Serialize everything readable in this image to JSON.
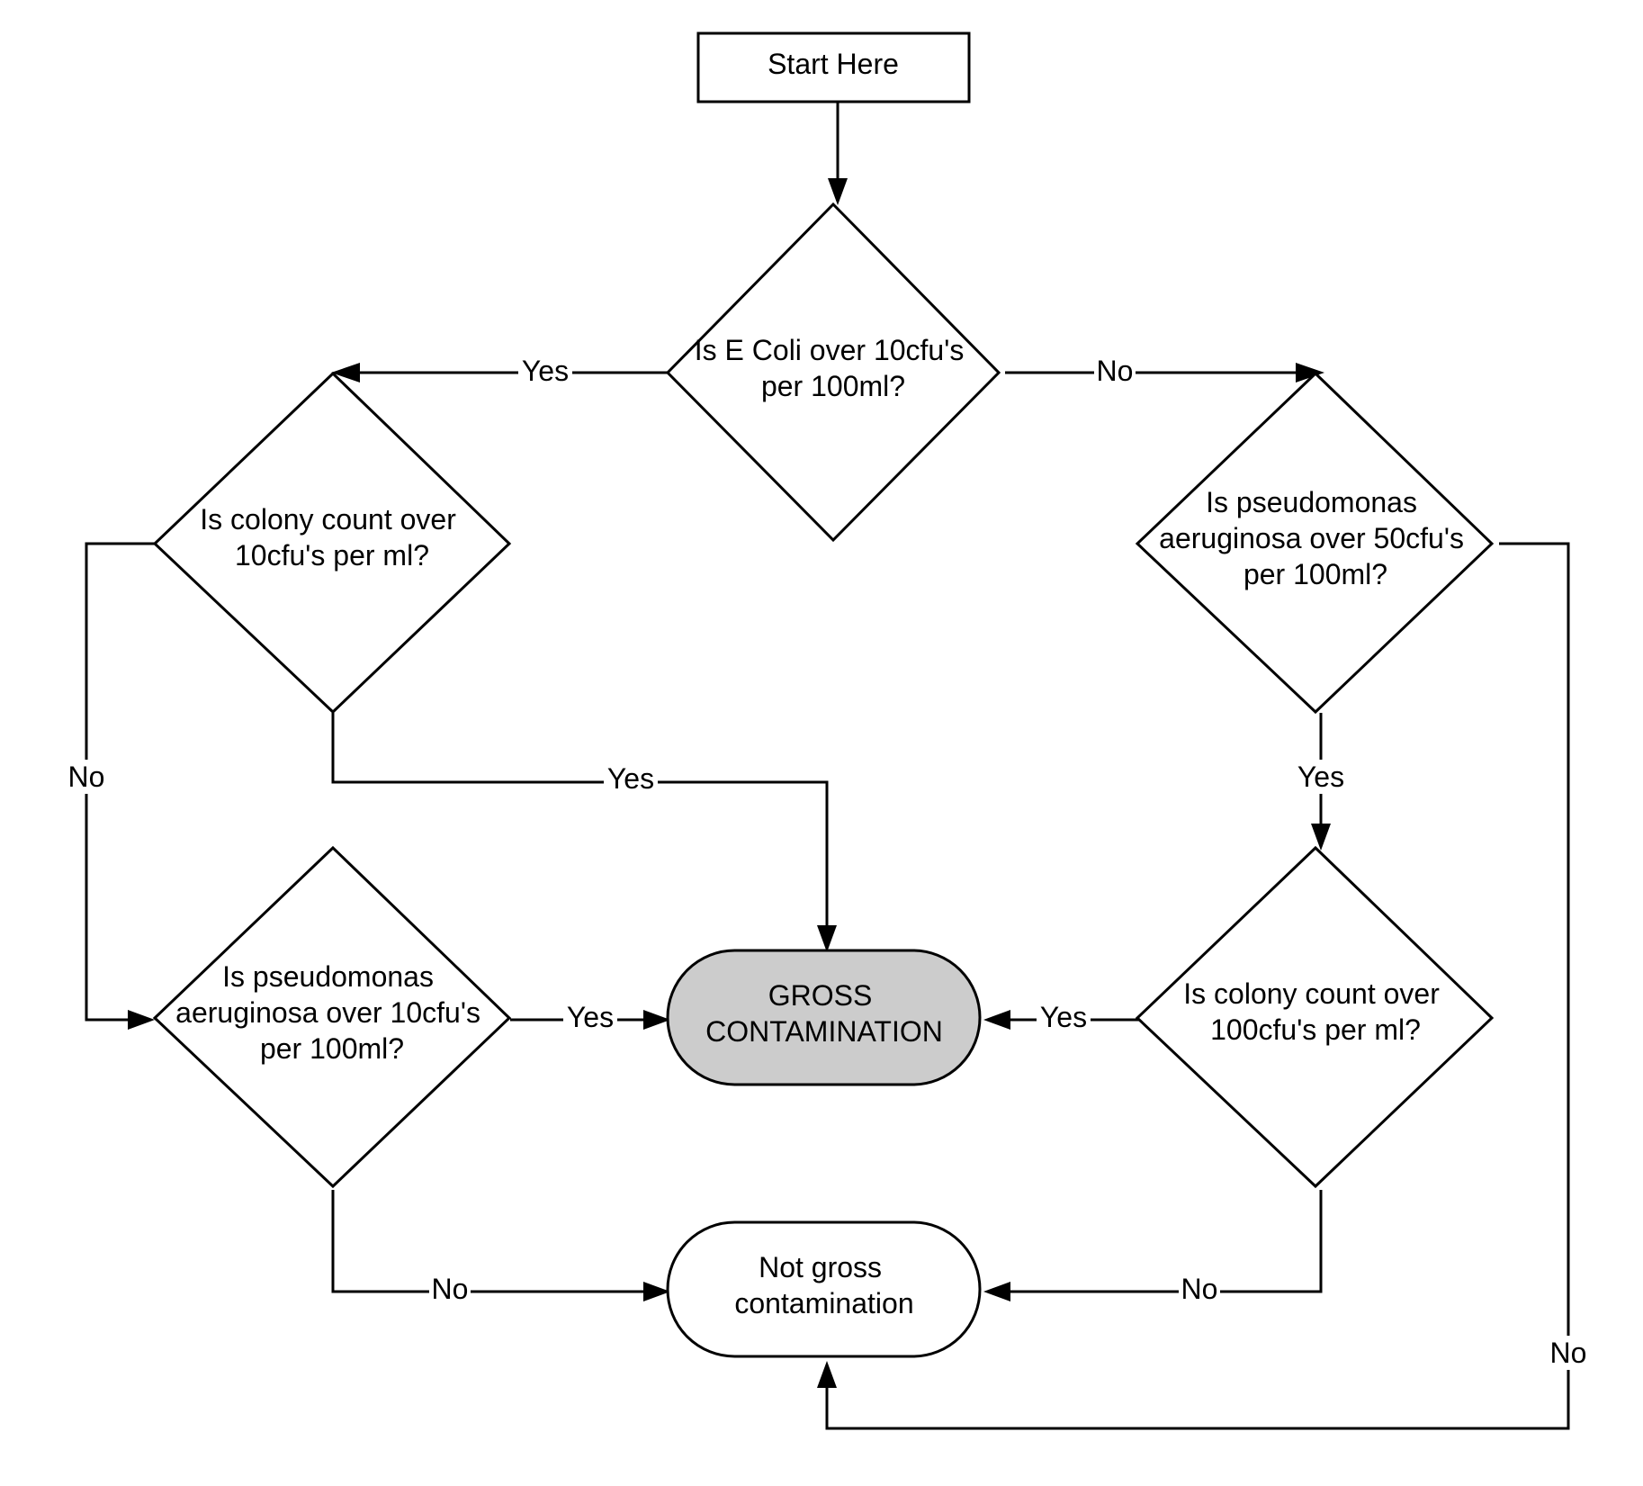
{
  "nodes": {
    "start": {
      "lines": [
        "Start Here"
      ]
    },
    "ecoli": {
      "lines": [
        "Is E Coli over 10cfu's",
        "per 100ml?"
      ]
    },
    "colony10": {
      "lines": [
        "Is colony count over",
        "10cfu's per ml?"
      ]
    },
    "pseudo50": {
      "lines": [
        "Is pseudomonas",
        "aeruginosa over 50cfu's",
        "per 100ml?"
      ]
    },
    "pseudo10": {
      "lines": [
        "Is pseudomonas",
        "aeruginosa over 10cfu's",
        "per 100ml?"
      ]
    },
    "colony100": {
      "lines": [
        "Is colony count over",
        "100cfu's per ml?"
      ]
    },
    "gross": {
      "lines": [
        "GROSS",
        "CONTAMINATION"
      ]
    },
    "notgross": {
      "lines": [
        "Not gross",
        "contamination"
      ]
    }
  },
  "edges": {
    "start_ecoli": {
      "label": ""
    },
    "ecoli_colony10": {
      "label": "Yes"
    },
    "ecoli_pseudo50": {
      "label": "No"
    },
    "colony10_gross": {
      "label": "Yes"
    },
    "colony10_pseudo10": {
      "label": "No"
    },
    "pseudo50_colony100": {
      "label": "Yes"
    },
    "pseudo50_notgross": {
      "label": "No"
    },
    "pseudo10_gross": {
      "label": "Yes"
    },
    "pseudo10_notgross": {
      "label": "No"
    },
    "colony100_gross": {
      "label": "Yes"
    },
    "colony100_notgross": {
      "label": "No"
    }
  }
}
